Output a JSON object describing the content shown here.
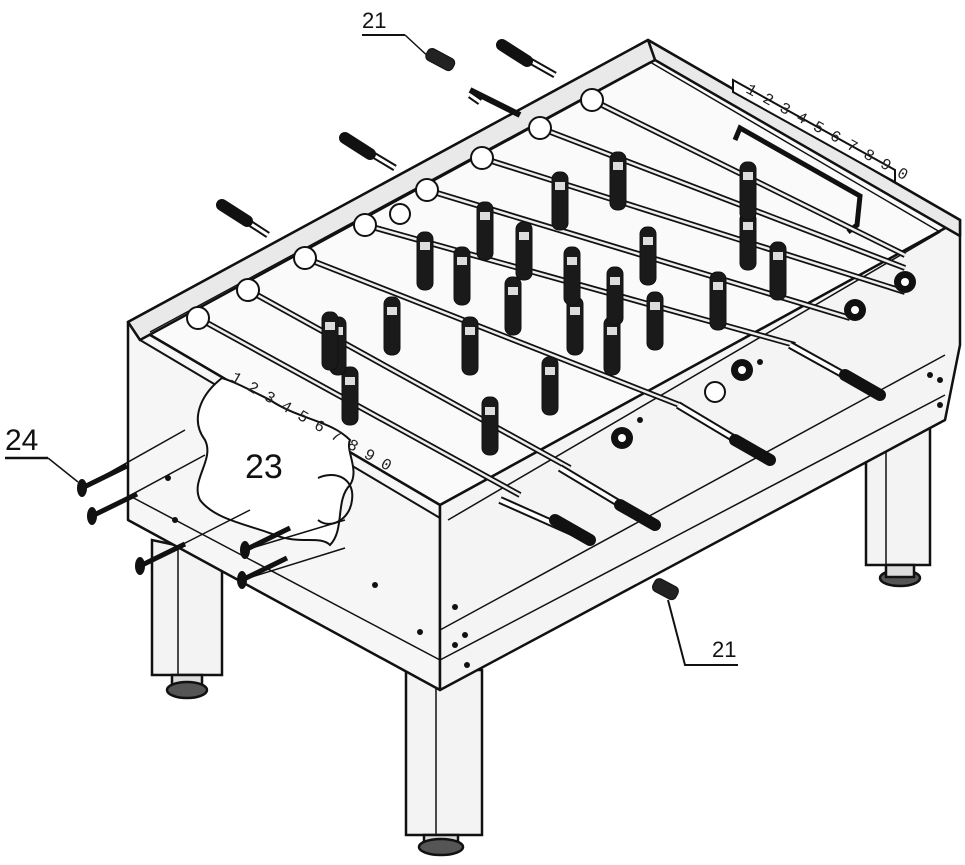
{
  "labels": {
    "top_rod_end": "21",
    "bottom_rod_end": "21",
    "screws": "24",
    "end_panel": "23"
  },
  "scoreboards": {
    "far": "1 2 3 4 5 6 7 8 9 0",
    "near": "1 2 3 4 5 6 7 8 9 0"
  }
}
